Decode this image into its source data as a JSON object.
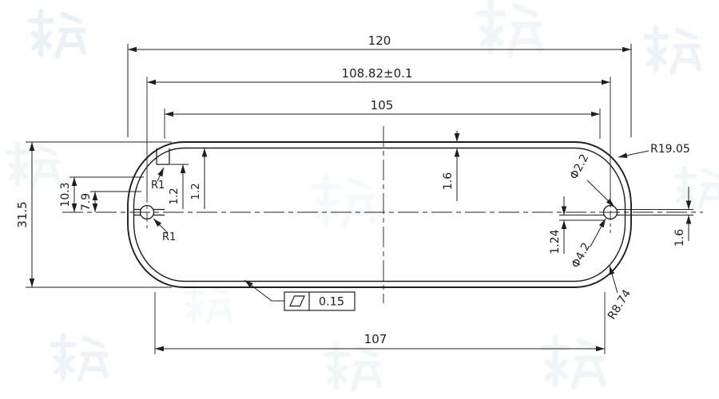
{
  "dimensions": {
    "overall_width": "120",
    "screw_hole_span": "108.82±0.1",
    "inner_width": "105",
    "overall_height": "31.5",
    "left_offset_upper": "10.3",
    "left_offset_lower": "7.9",
    "wall_thickness_a": "1.2",
    "wall_thickness_b": "1.2",
    "fillet_top": "R1",
    "fillet_bottom": "R1",
    "top_wall_thickness": "1.6",
    "screw_slot_diameter": "Φ2.2",
    "outer_corner_radius": "R19.05",
    "boss_wall_thickness": "1.24",
    "screw_boss_diameter": "Φ4.2",
    "inner_corner_radius": "R8.74",
    "end_slot_width": "1.6",
    "bottom_width": "107"
  },
  "feature_control_frame": {
    "symbol": "flatness",
    "tolerance_value": "0.15"
  },
  "colors": {
    "line": "#1f1f1f",
    "background": "#ffffff",
    "watermark": "#a9c8dd"
  }
}
